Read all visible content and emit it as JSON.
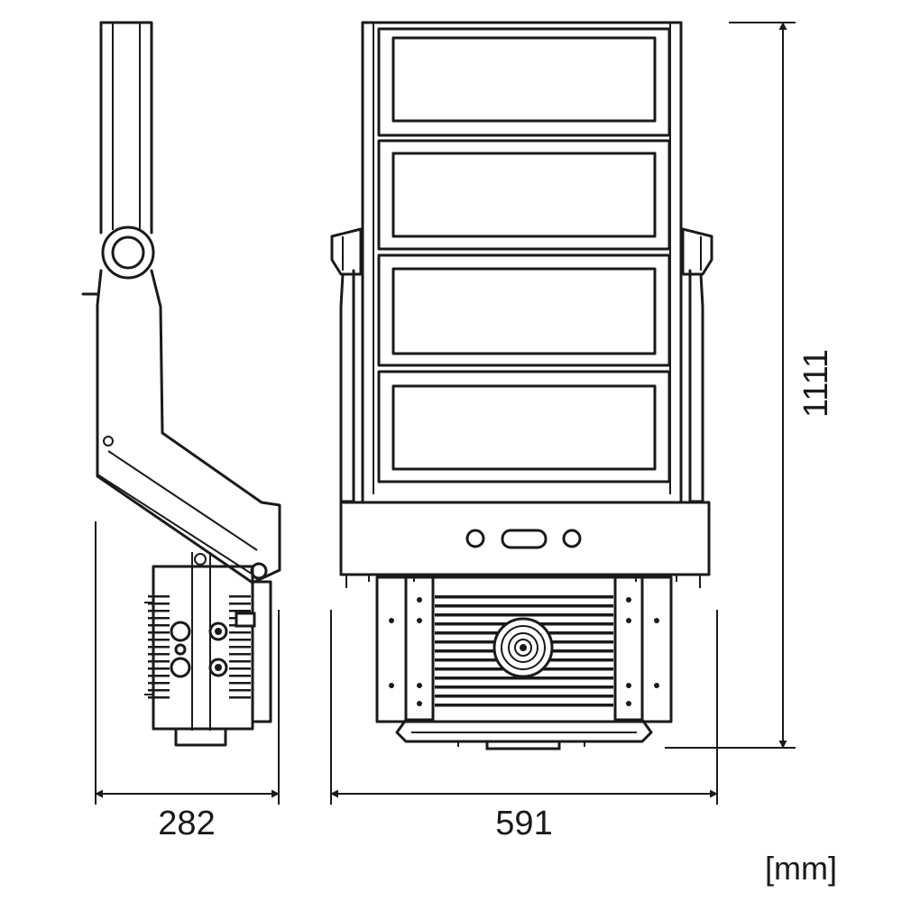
{
  "dimensions": {
    "side_width": "282",
    "front_width": "591",
    "height": "1111",
    "unit": "[mm]"
  }
}
